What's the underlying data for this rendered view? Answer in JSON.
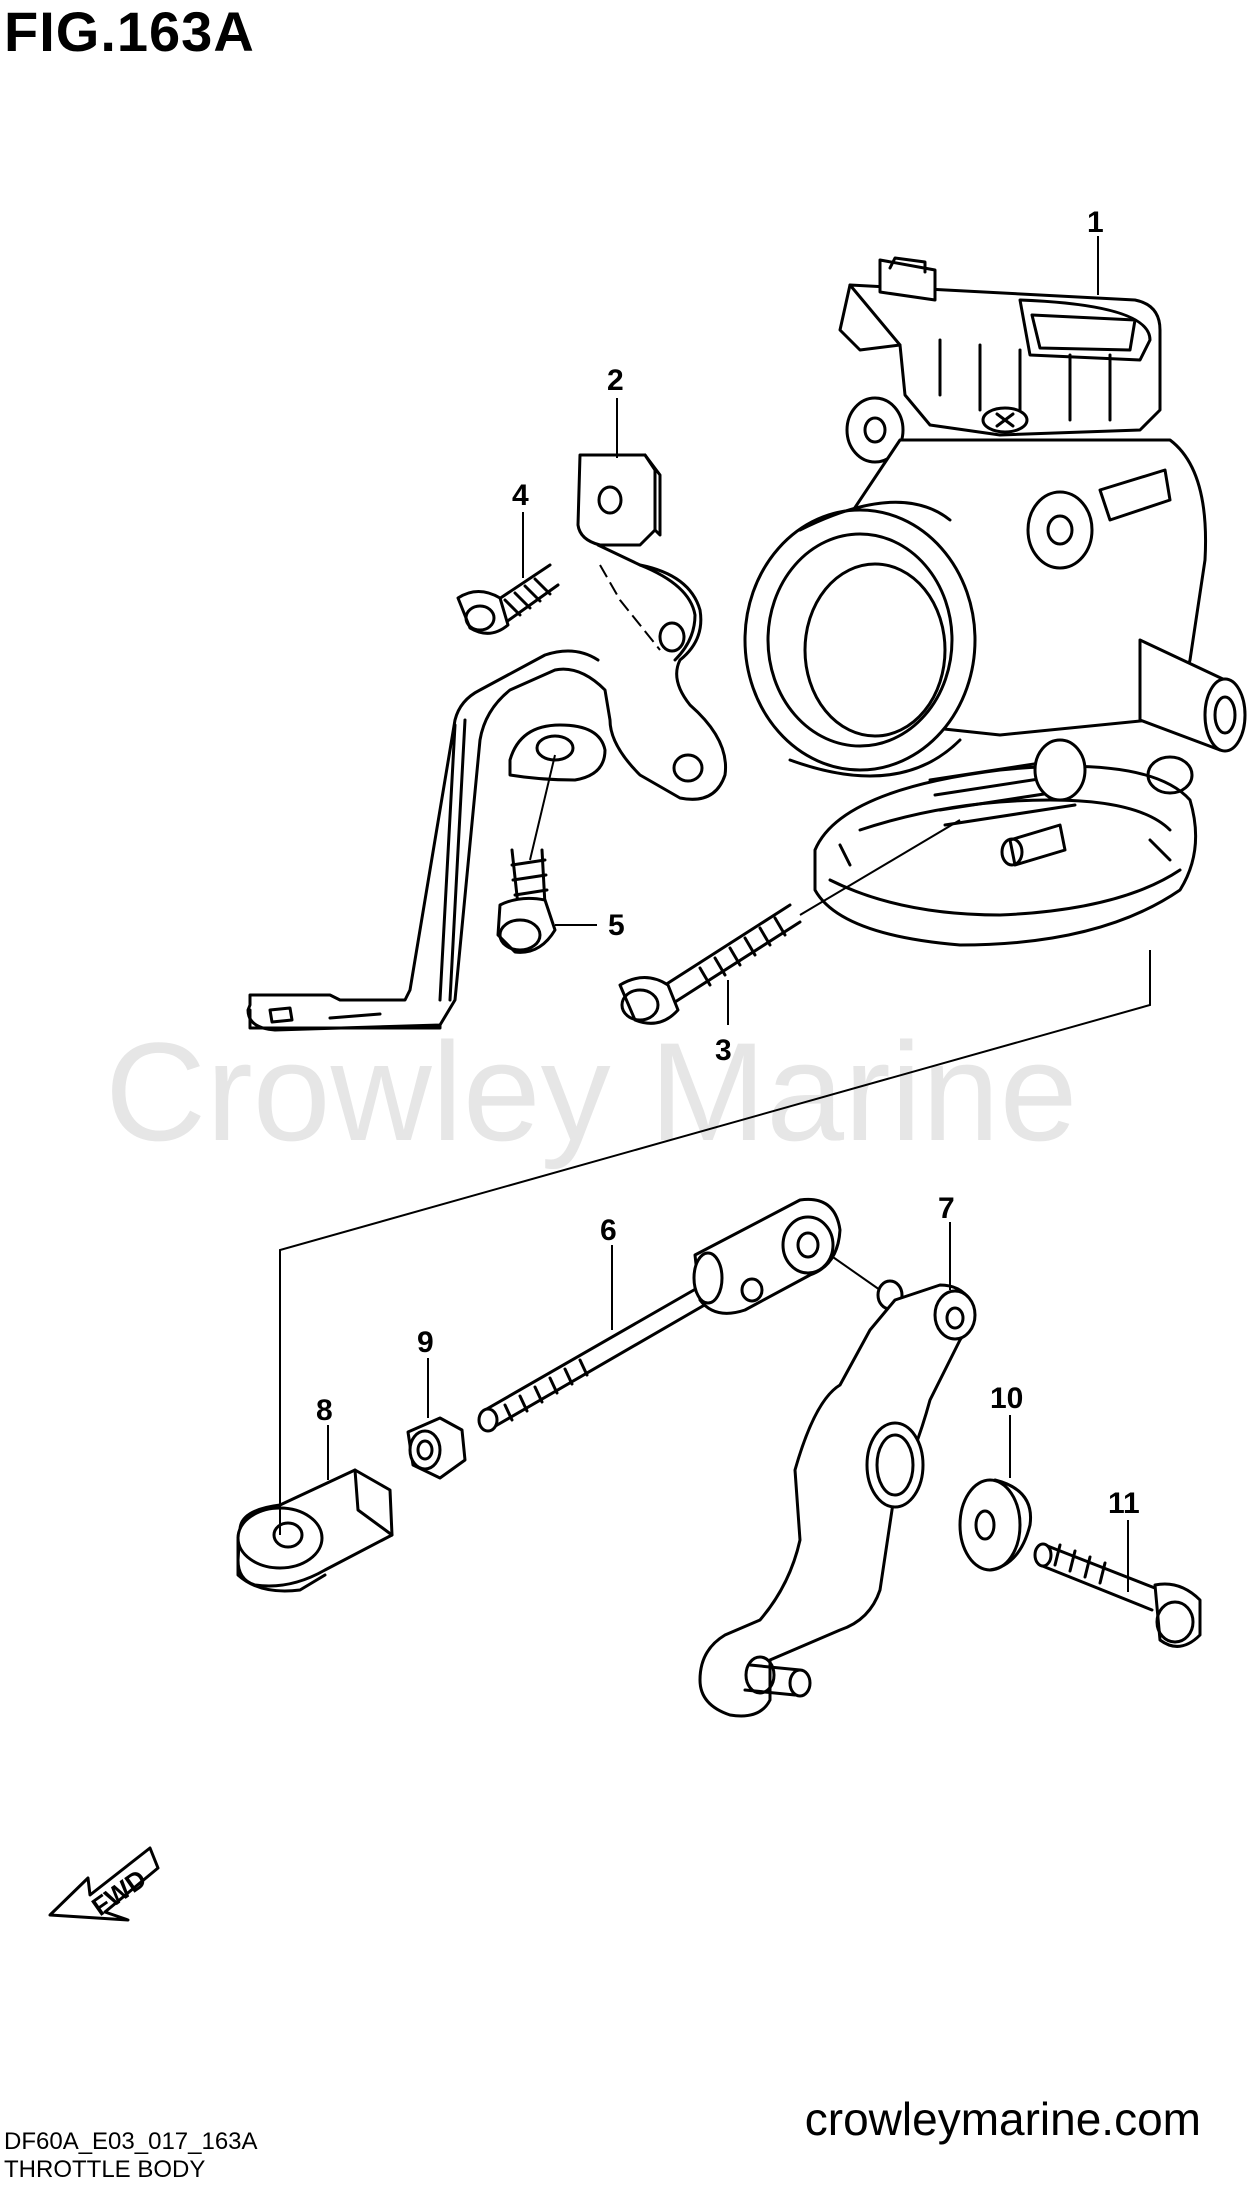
{
  "figure": {
    "title": "FIG.163A",
    "code": "DF60A_E03_017_163A",
    "caption": "THROTTLE BODY",
    "watermark": "Crowley Marine",
    "website": "crowleymarine.com"
  },
  "callouts": {
    "c1": "1",
    "c2": "2",
    "c3": "3",
    "c4": "4",
    "c5": "5",
    "c6": "6",
    "c7": "7",
    "c8": "8",
    "c9": "9",
    "c10": "10",
    "c11": "11"
  },
  "fwd_label": "FWD",
  "parts": [
    "throttle-body",
    "bracket",
    "bolt-3",
    "bolt-4",
    "bolt-5",
    "throttle-rod",
    "throttle-lever",
    "rod-end",
    "nut",
    "washer",
    "lever-bolt"
  ],
  "colors": {
    "line": "#000000",
    "watermark": "#e6e6e6",
    "background": "#ffffff"
  }
}
